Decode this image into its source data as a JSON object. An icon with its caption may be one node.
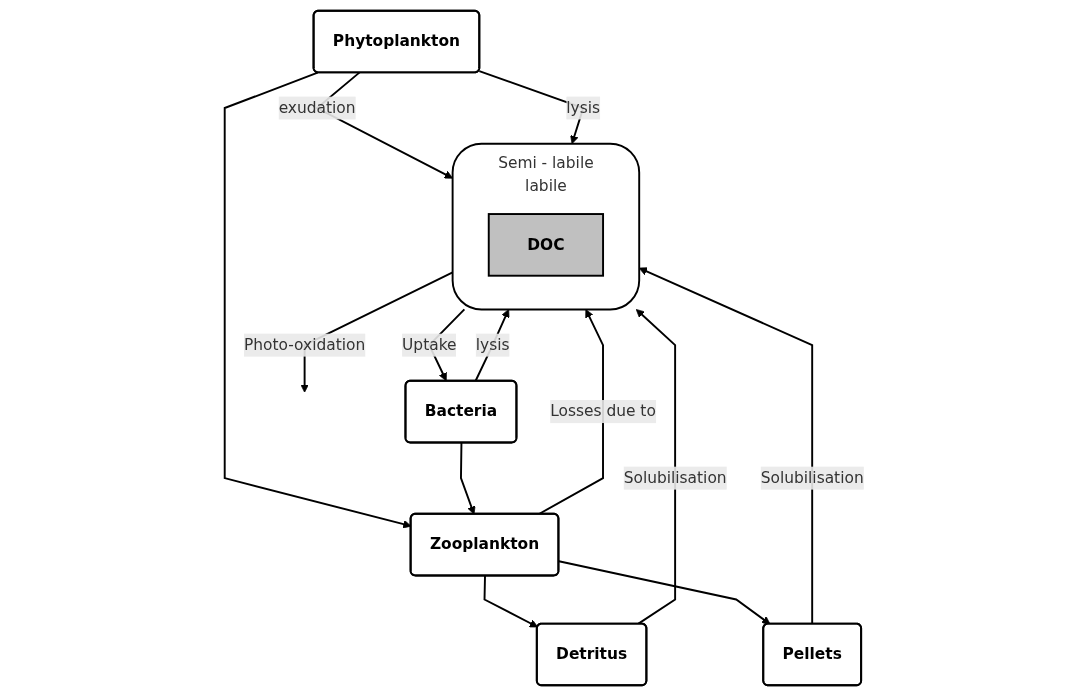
{
  "diagram": {
    "nodes": [
      {
        "text": [
          "Semi - labile",
          "labile"
        ]
      },
      {
        "text": [
          "DOC"
        ],
        "in": 0
      },
      {
        "text": [
          "Phytoplankton"
        ]
      },
      {
        "text": [
          "Bacteria"
        ]
      },
      {
        "text": [
          "Detritus"
        ]
      },
      {
        "text": [
          "Pellets"
        ]
      },
      {
        "text": [
          "Zooplankton"
        ]
      }
    ],
    "edges": [
      {
        "from": 0,
        "to": null,
        "arrow": "to",
        "label": "Photo-oxidation"
      },
      {
        "from": 2,
        "to": 0,
        "arrow": "to",
        "label": "exudation"
      },
      {
        "from": 2,
        "to": 0,
        "arrow": "to",
        "label": "lysis"
      },
      {
        "from": 0,
        "to": 3,
        "arrow": "to",
        "label": "Uptake"
      },
      {
        "from": 3,
        "to": 0,
        "arrow": "to",
        "label": "lysis"
      },
      {
        "from": 4,
        "to": 0,
        "arrow": "to",
        "label": "Solubilisation"
      },
      {
        "from": 6,
        "to": 0,
        "arrow": "to",
        "label": "Losses due to"
      },
      {
        "from": 5,
        "to": 0,
        "arrow": "to",
        "label": "Solubilisation"
      },
      {
        "from": 6,
        "to": 4,
        "arrow": "to"
      },
      {
        "from": 6,
        "to": 5,
        "arrow": "to"
      },
      {
        "from": 2,
        "to": 6,
        "arrow": "to"
      },
      {
        "from": 3,
        "to": 6,
        "arrow": "to"
      }
    ]
  }
}
